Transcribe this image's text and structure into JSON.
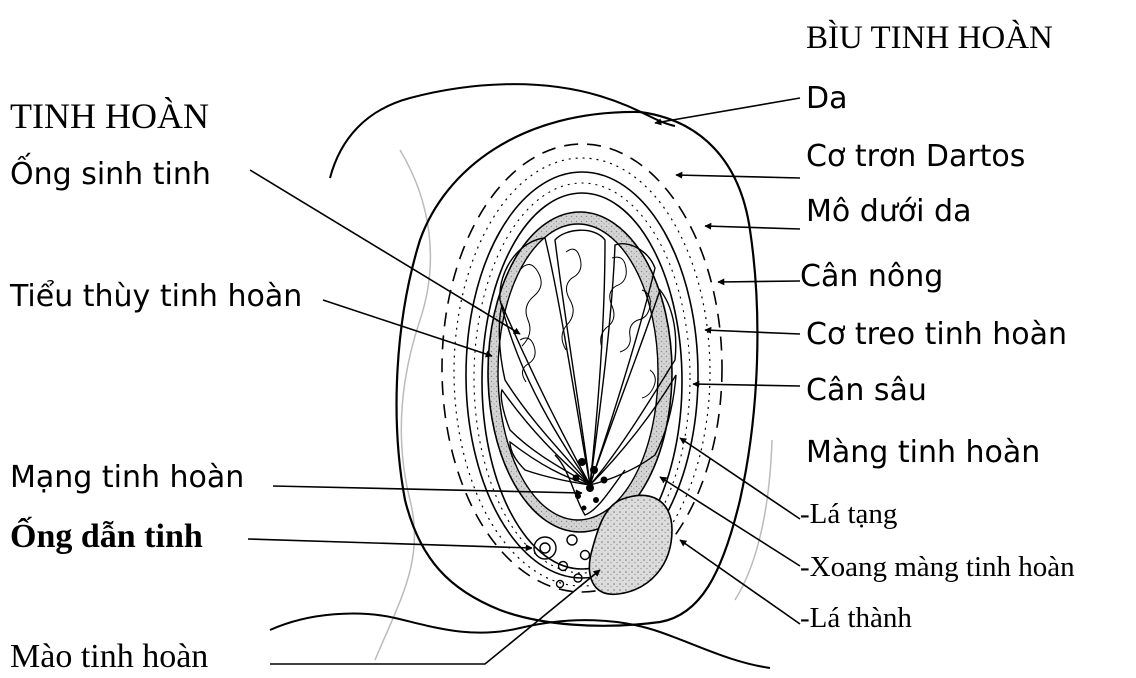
{
  "scrotum": {
    "heading": "BÌU TINH HOÀN",
    "layers": [
      "Da",
      "Cơ trơn Dartos",
      "Mô dưới da",
      "Cân nông",
      "Cơ treo tinh hoàn",
      "Cân sâu"
    ],
    "tunica": {
      "heading": "Màng tinh hoàn",
      "parts": [
        "-Lá tạng",
        "-Xoang màng tinh hoàn",
        "-Lá thành"
      ]
    }
  },
  "testis": {
    "heading": "TINH HOÀN",
    "parts": [
      "Ống sinh tinh",
      "Tiểu thùy tinh hoàn",
      "Mạng tinh hoàn",
      "Ống dẫn tinh",
      "Mào tinh hoàn"
    ]
  }
}
